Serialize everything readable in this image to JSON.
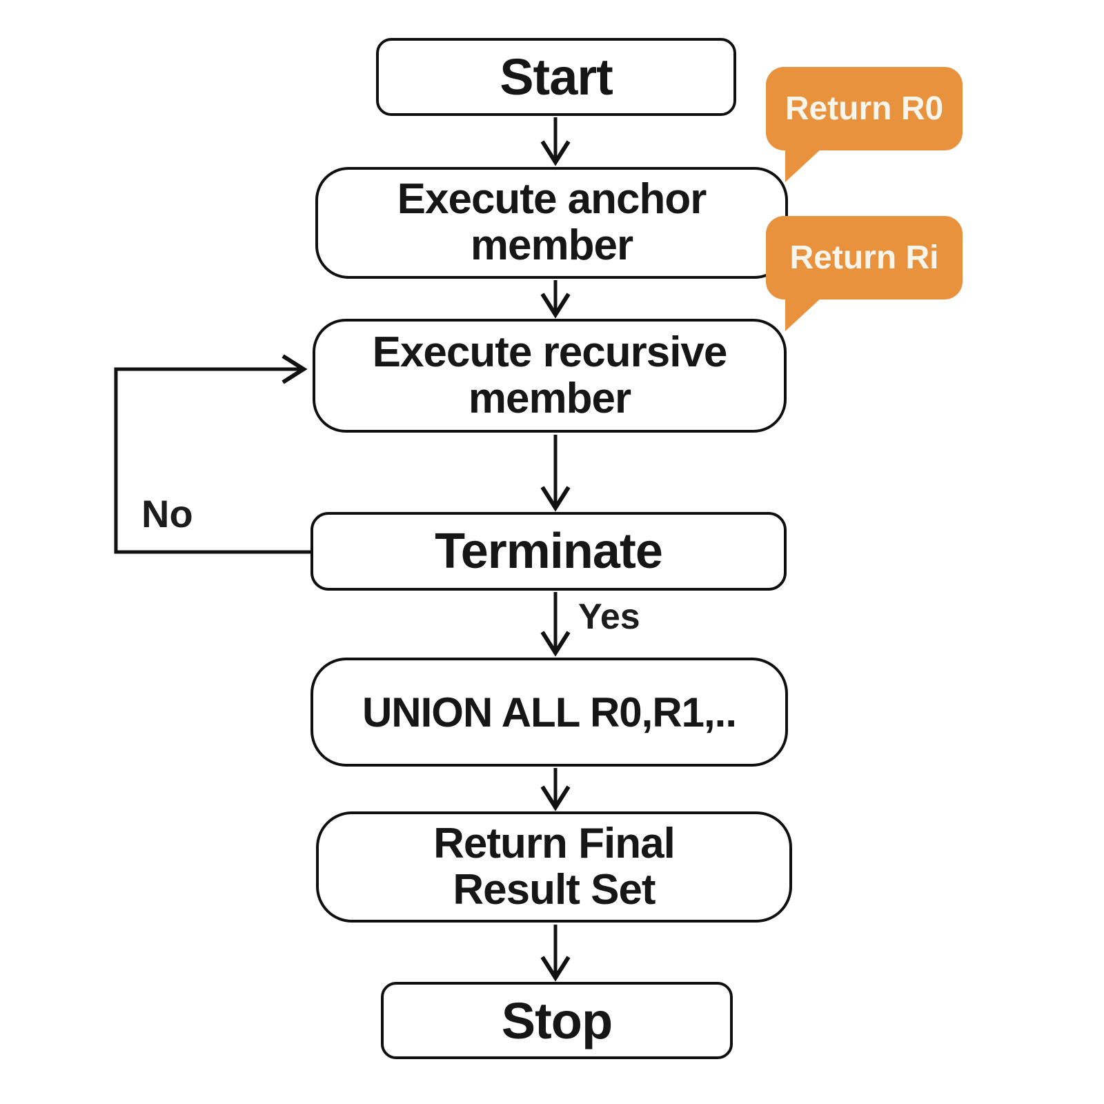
{
  "diagram": {
    "type": "flowchart",
    "background_color": "#ffffff",
    "box_border_color": "#0f0f0f",
    "callout_color": "#E8923E",
    "callout_text_color": "#F8F5ED",
    "nodes": [
      {
        "id": "start",
        "label": "Start"
      },
      {
        "id": "execute-anchor",
        "label": "Execute anchor\nmember"
      },
      {
        "id": "execute-recursive",
        "label": "Execute recursive\nmember"
      },
      {
        "id": "terminate",
        "label": "Terminate"
      },
      {
        "id": "union-all",
        "label": "UNION ALL R0,R1,.."
      },
      {
        "id": "return-final",
        "label": "Return Final\nResult Set"
      },
      {
        "id": "stop",
        "label": "Stop"
      }
    ],
    "callouts": [
      {
        "id": "return-r0",
        "label": "Return R0",
        "points_to": "execute-anchor"
      },
      {
        "id": "return-ri",
        "label": "Return Ri",
        "points_to": "execute-recursive"
      }
    ],
    "edge_labels": [
      {
        "id": "no",
        "label": "No"
      },
      {
        "id": "yes",
        "label": "Yes"
      }
    ]
  }
}
